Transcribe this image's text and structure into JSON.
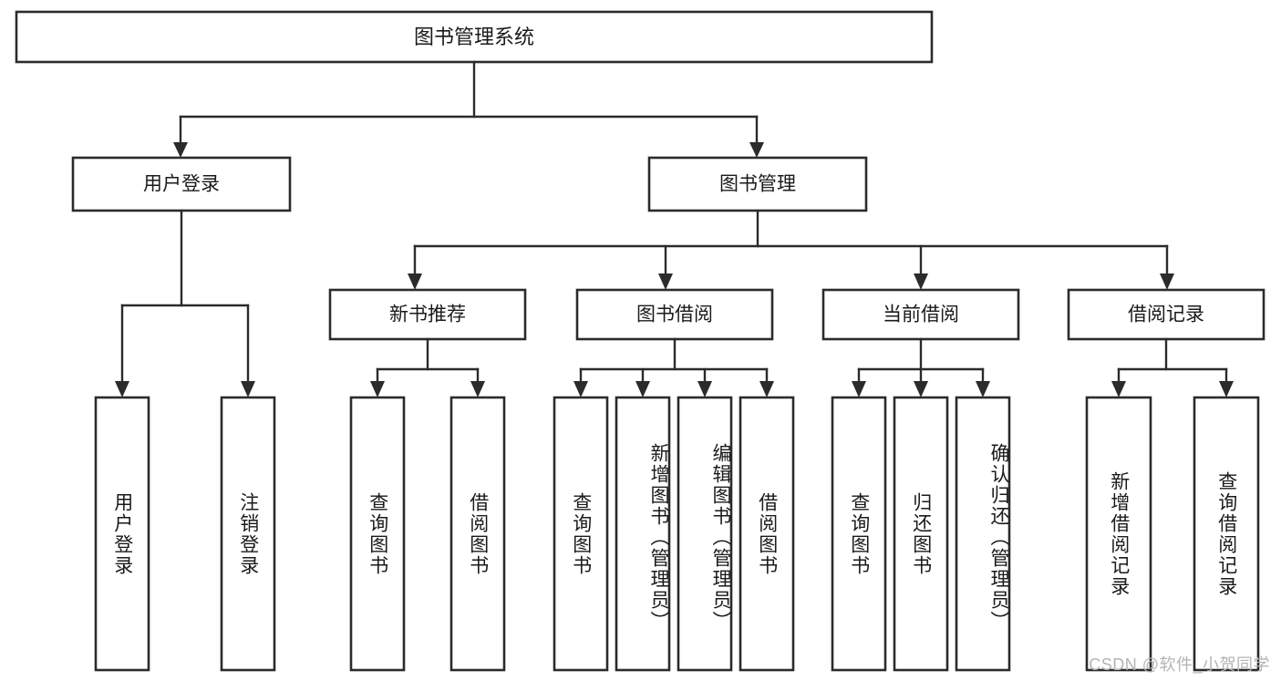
{
  "diagram": {
    "title": "图书管理系统",
    "type": "tree",
    "colors": {
      "stroke": "#2b2b2b",
      "box_fill": "#ffffff",
      "text": "#1a1a1a",
      "background": "#ffffff",
      "watermark": "#b4b4b4"
    },
    "root": {
      "label": "图书管理系统",
      "orientation": "horizontal"
    },
    "level2": [
      {
        "label": "用户登录",
        "orientation": "horizontal"
      },
      {
        "label": "图书管理",
        "orientation": "horizontal"
      }
    ],
    "level3": [
      {
        "label": "新书推荐",
        "orientation": "horizontal",
        "parent": "图书管理"
      },
      {
        "label": "图书借阅",
        "orientation": "horizontal",
        "parent": "图书管理"
      },
      {
        "label": "当前借阅",
        "orientation": "horizontal",
        "parent": "图书管理"
      },
      {
        "label": "借阅记录",
        "orientation": "horizontal",
        "parent": "图书管理"
      }
    ],
    "leaves": {
      "用户登录": [
        {
          "label": "用户登录",
          "orientation": "vertical"
        },
        {
          "label": "注销登录",
          "orientation": "vertical"
        }
      ],
      "新书推荐": [
        {
          "label": "查询图书",
          "orientation": "vertical"
        },
        {
          "label": "借阅图书",
          "orientation": "vertical"
        }
      ],
      "图书借阅": [
        {
          "label": "查询图书",
          "orientation": "vertical"
        },
        {
          "label": "新增图书（管理员）",
          "orientation": "vertical"
        },
        {
          "label": "编辑图书（管理员）",
          "orientation": "vertical"
        },
        {
          "label": "借阅图书",
          "orientation": "vertical"
        }
      ],
      "当前借阅": [
        {
          "label": "查询图书",
          "orientation": "vertical"
        },
        {
          "label": "归还图书",
          "orientation": "vertical"
        },
        {
          "label": "确认归还（管理员）",
          "orientation": "vertical"
        }
      ],
      "借阅记录": [
        {
          "label": "新增借阅记录",
          "orientation": "vertical"
        },
        {
          "label": "查询借阅记录",
          "orientation": "vertical"
        }
      ]
    }
  },
  "watermark": {
    "text": "CSDN @软件_小贺同学"
  }
}
